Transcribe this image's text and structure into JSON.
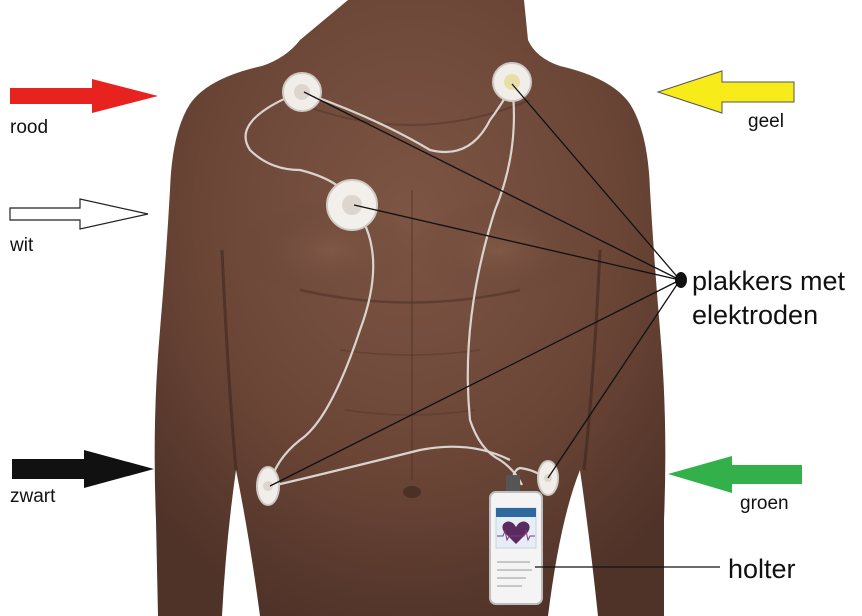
{
  "labels": {
    "rood": "rood",
    "wit": "wit",
    "zwart": "zwart",
    "geel": "geel",
    "groen": "groen",
    "electrodes_line1": "plakkers met",
    "electrodes_line2": "elektroden",
    "holter": "holter"
  },
  "colors": {
    "rood": "#e8231f",
    "wit": "#ffffff",
    "zwart": "#111111",
    "geel": "#f7ec1a",
    "groen": "#33b04a",
    "skin": "#6e4a3a",
    "wire": "#d9d4cf"
  },
  "device": {
    "screen_icon": "heart-icon"
  }
}
